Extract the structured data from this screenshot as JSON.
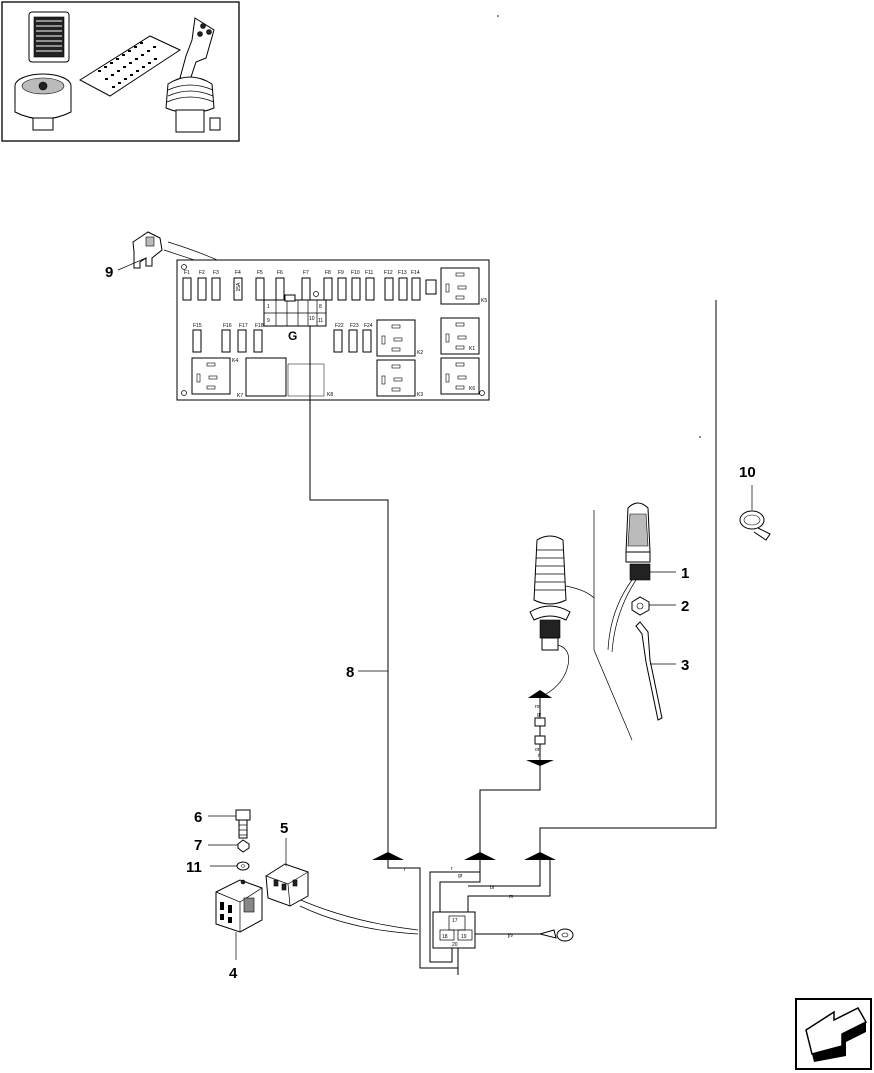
{
  "callouts": {
    "c1": "1",
    "c2": "2",
    "c3": "3",
    "c4": "4",
    "c5": "5",
    "c6": "6",
    "c7": "7",
    "c8": "8",
    "c9": "9",
    "c10": "10",
    "c11": "11"
  },
  "board": {
    "group_label": "G",
    "fuses": {
      "f1": "F1",
      "f2": "F2",
      "f3": "F3",
      "f4": "F4",
      "f5": "F5",
      "f6": "F6",
      "f7": "F7",
      "f8": "F8",
      "f9": "F9",
      "f10": "F10",
      "f11": "F11",
      "f12": "F12",
      "f13": "F13",
      "f14": "F14",
      "f15": "F15",
      "f16": "F16",
      "f17": "F17",
      "f18": "F18",
      "f22": "F22",
      "f23": "F23",
      "f24": "F24"
    },
    "relays": {
      "k1": "K1",
      "k2": "K2",
      "k3": "K3",
      "k4": "K4",
      "k5": "K5",
      "k6": "K6",
      "k7": "K7",
      "k8": "K8"
    },
    "connector_pins": {
      "p1": "1",
      "p8": "8",
      "p9": "9",
      "p10": "10",
      "p11": "11"
    },
    "fuse_rating": "15A"
  },
  "wires": {
    "r1": "r",
    "r2": "r",
    "r3": "r",
    "gr1": "gr",
    "gr2": "gr",
    "ro": "ro",
    "or": "or",
    "bl": "bl",
    "m": "m",
    "jv": "j/v"
  },
  "junction_pins": {
    "p17": "17",
    "p18": "18",
    "p19": "19",
    "p20": "20"
  }
}
